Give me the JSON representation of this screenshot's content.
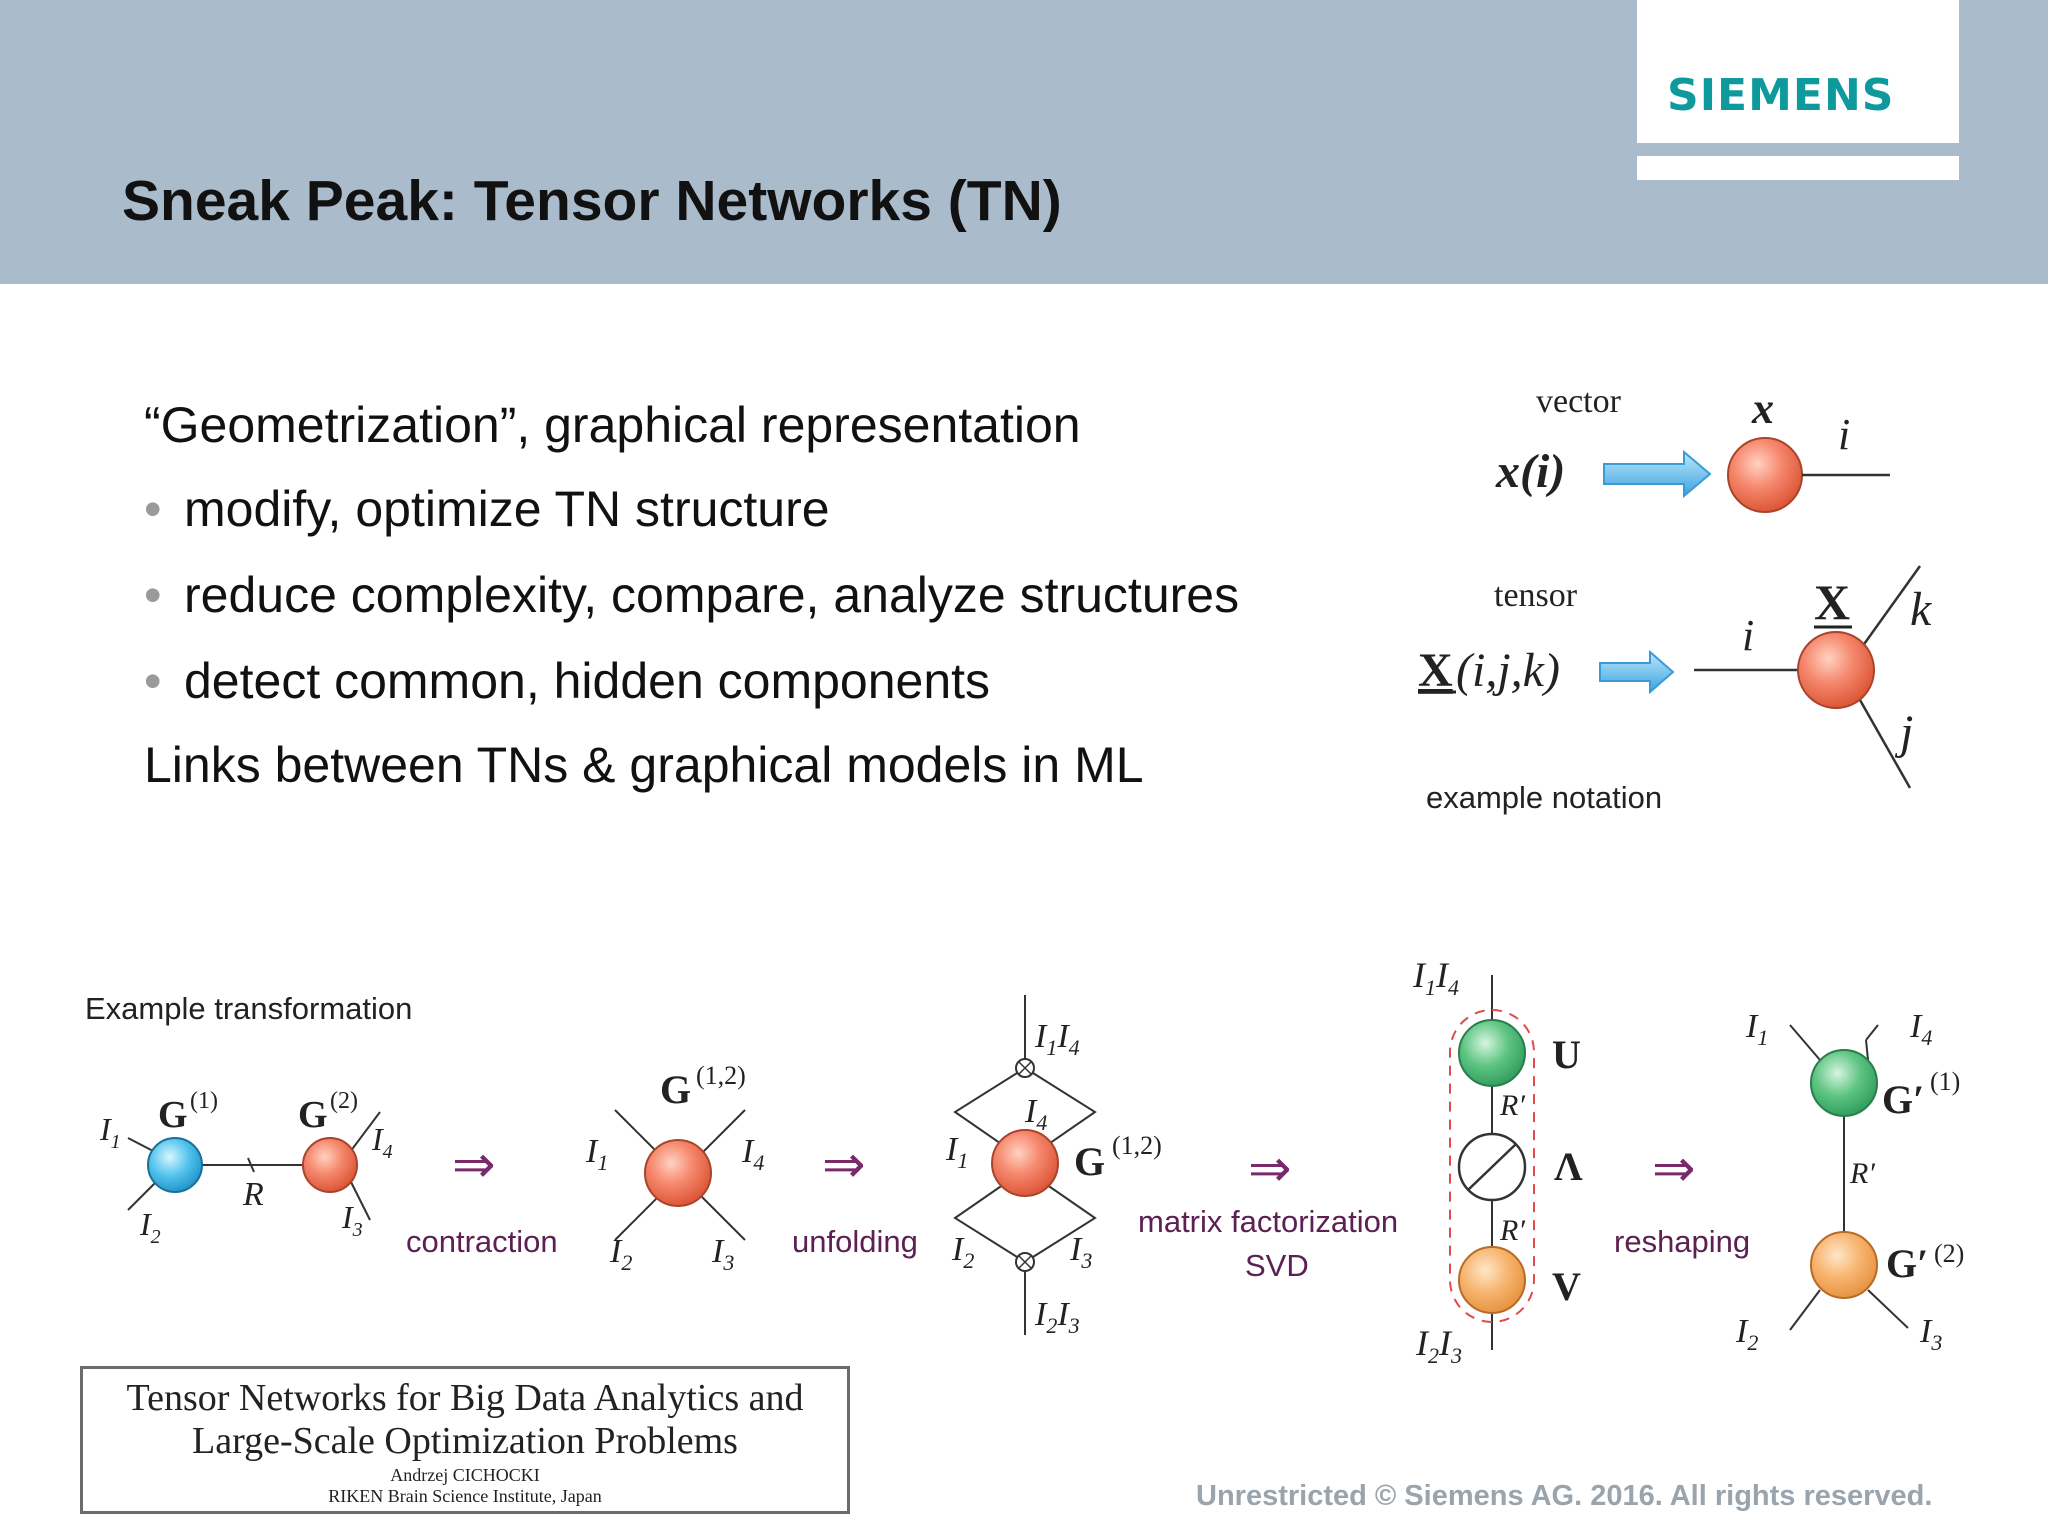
{
  "header": {
    "title": "Sneak Peak: Tensor Networks (TN)",
    "logo_text": "SIEMENS",
    "accent_color": "#aabccb",
    "logo_color": "#0e9a9c"
  },
  "body": {
    "intro": "“Geometrization”, graphical representation",
    "bullets": [
      "modify, optimize TN structure",
      "reduce complexity, compare, analyze structures",
      "detect common, hidden components"
    ],
    "closing": "Links between TNs & graphical models in ML"
  },
  "notation": {
    "vector_label": "vector",
    "vector_expr": "x(i)",
    "vector_node": "x",
    "vector_index": "i",
    "tensor_label": "tensor",
    "tensor_expr_X": "X",
    "tensor_expr_args": "(i,j,k)",
    "tensor_node": "X",
    "tensor_i": "i",
    "tensor_j": "j",
    "tensor_k": "k",
    "caption": "example notation"
  },
  "transformation": {
    "caption": "Example transformation",
    "step_contraction": "contraction",
    "step_unfolding": "unfolding",
    "step_factorization": "matrix factorization",
    "step_svd": "SVD",
    "step_reshaping": "reshaping",
    "arrow": "⇒",
    "G": "G",
    "sup1": "(1)",
    "sup2": "(2)",
    "sup12": "(1,2)",
    "R": "R",
    "Rp": "R′",
    "I1": "I",
    "U": "U",
    "Lambda": "Λ",
    "V": "V"
  },
  "reference": {
    "title_line1": "Tensor Networks for Big Data Analytics and",
    "title_line2": "Large-Scale Optimization Problems",
    "author": "Andrzej CICHOCKI",
    "institute": "RIKEN Brain Science Institute, Japan"
  },
  "footer": "Unrestricted © Siemens AG. 2016. All rights reserved."
}
